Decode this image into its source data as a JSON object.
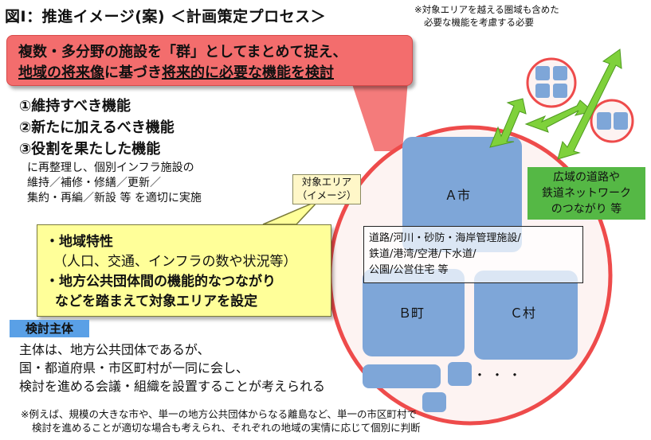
{
  "title": "図Ⅰ：推進イメージ(案) ＜計画策定プロセス＞",
  "note_top": [
    "※対象エリアを越える圏域も含めた",
    "必要な機能を考慮する必要"
  ],
  "banner": {
    "line1": "複数・多分野の施設を「群」としてまとめて捉え、",
    "line2_a": "地域の将来像",
    "line2_b": "に基づき",
    "line2_c": "将来的に必要な機能を検討"
  },
  "functions": [
    "①維持すべき機能",
    "②新たに加えるべき機能",
    "③役割を果たした機能"
  ],
  "reorg": [
    "に再整理し、個別インフラ施設の",
    "維持／補修・修繕／更新／",
    "集約・再編／新設 等 を適切に実施"
  ],
  "callout_label": [
    "対象エリア",
    "（イメージ）"
  ],
  "criteria": [
    "・地域特性",
    "（人口、交通、インフラの数や状況等）",
    "・地方公共団体間の機能的なつながり",
    "などを踏まえて対象エリアを設定"
  ],
  "study_body_label": "検討主体",
  "study_body_text": [
    "主体は、地方公共団体であるが、",
    "国・都道府県・市区町村が一同に会し、",
    "検討を進める会議・組織を設置することが考えられる"
  ],
  "footnote": [
    "※例えば、規模の大きな市や、単一の地方公共団体からなる離島など、単一の市区町村で",
    "検討を進めることが適切な場合も考えられ、それぞれの地域の実情に応じて個別に判断"
  ],
  "wide_area": [
    "広域の道路や",
    "鉄道ネットワーク",
    "のつながり 等"
  ],
  "city_a": "Ａ市",
  "town_b": "Ｂ町",
  "village_c": "Ｃ村",
  "infrastructure": [
    "道路/河川・砂防・海岸管理施設/",
    "鉄道/港湾/空港/下水道/",
    "公園/公営住宅 等"
  ],
  "ellipsis": "・・・",
  "colors": {
    "banner_red": "#f36d6d",
    "circle_red": "#ee4b4b",
    "yellow": "#ffff99",
    "municipality_blue": "#7ea6d8",
    "arrow_green": "#7fd13b",
    "green_box": "#55b845",
    "badge_blue": "#5aa0e6"
  },
  "icons": [
    "double-headed-arrow-icon"
  ]
}
